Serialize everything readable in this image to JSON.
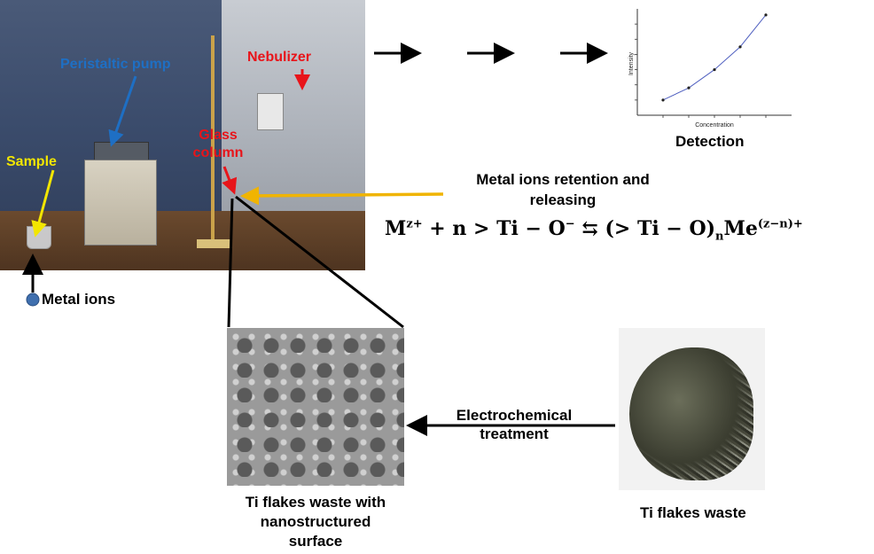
{
  "labels": {
    "peristaltic_pump": "Peristaltic pump",
    "nebulizer": "Nebulizer",
    "glass_column_line1": "Glass",
    "glass_column_line2": "column",
    "sample": "Sample",
    "metal_ions": "Metal ions",
    "retention_line1": "Metal ions retention and",
    "retention_line2": "releasing",
    "detection": "Detection",
    "electrochem_line1": "Electrochemical",
    "electrochem_line2": "treatment",
    "nano_line1": "Ti flakes waste with",
    "nano_line2": "nanostructured",
    "nano_line3": "surface",
    "ti_flakes": "Ti flakes waste"
  },
  "equation": {
    "m": "M",
    "m_sup": "z+",
    "rest1": " + n  > Ti − O",
    "o_sup": "−",
    "arrow": " ⇆ ",
    "rest2": "(> Ti − O)",
    "n_sub": "n",
    "me": "Me",
    "me_sup": "(z−n)+"
  },
  "calibration_plot": {
    "xlabel": "Concentration",
    "ylabel": "Intensity"
  },
  "chart_data": {
    "type": "line",
    "xlabel": "Concentration",
    "ylabel": "Intensity",
    "x": [
      1,
      2,
      3,
      4,
      5
    ],
    "y": [
      1,
      1.8,
      3.0,
      4.5,
      6.6
    ],
    "xlim": [
      0,
      6
    ],
    "ylim": [
      0,
      7
    ]
  },
  "colors": {
    "blue_label": "#1e6fc4",
    "red_label": "#e8141a",
    "yellow_label": "#f2e600",
    "gold_arrow": "#f0b400",
    "metal_ion_dot": "#3f6fae",
    "plot_line": "#5060c0"
  }
}
